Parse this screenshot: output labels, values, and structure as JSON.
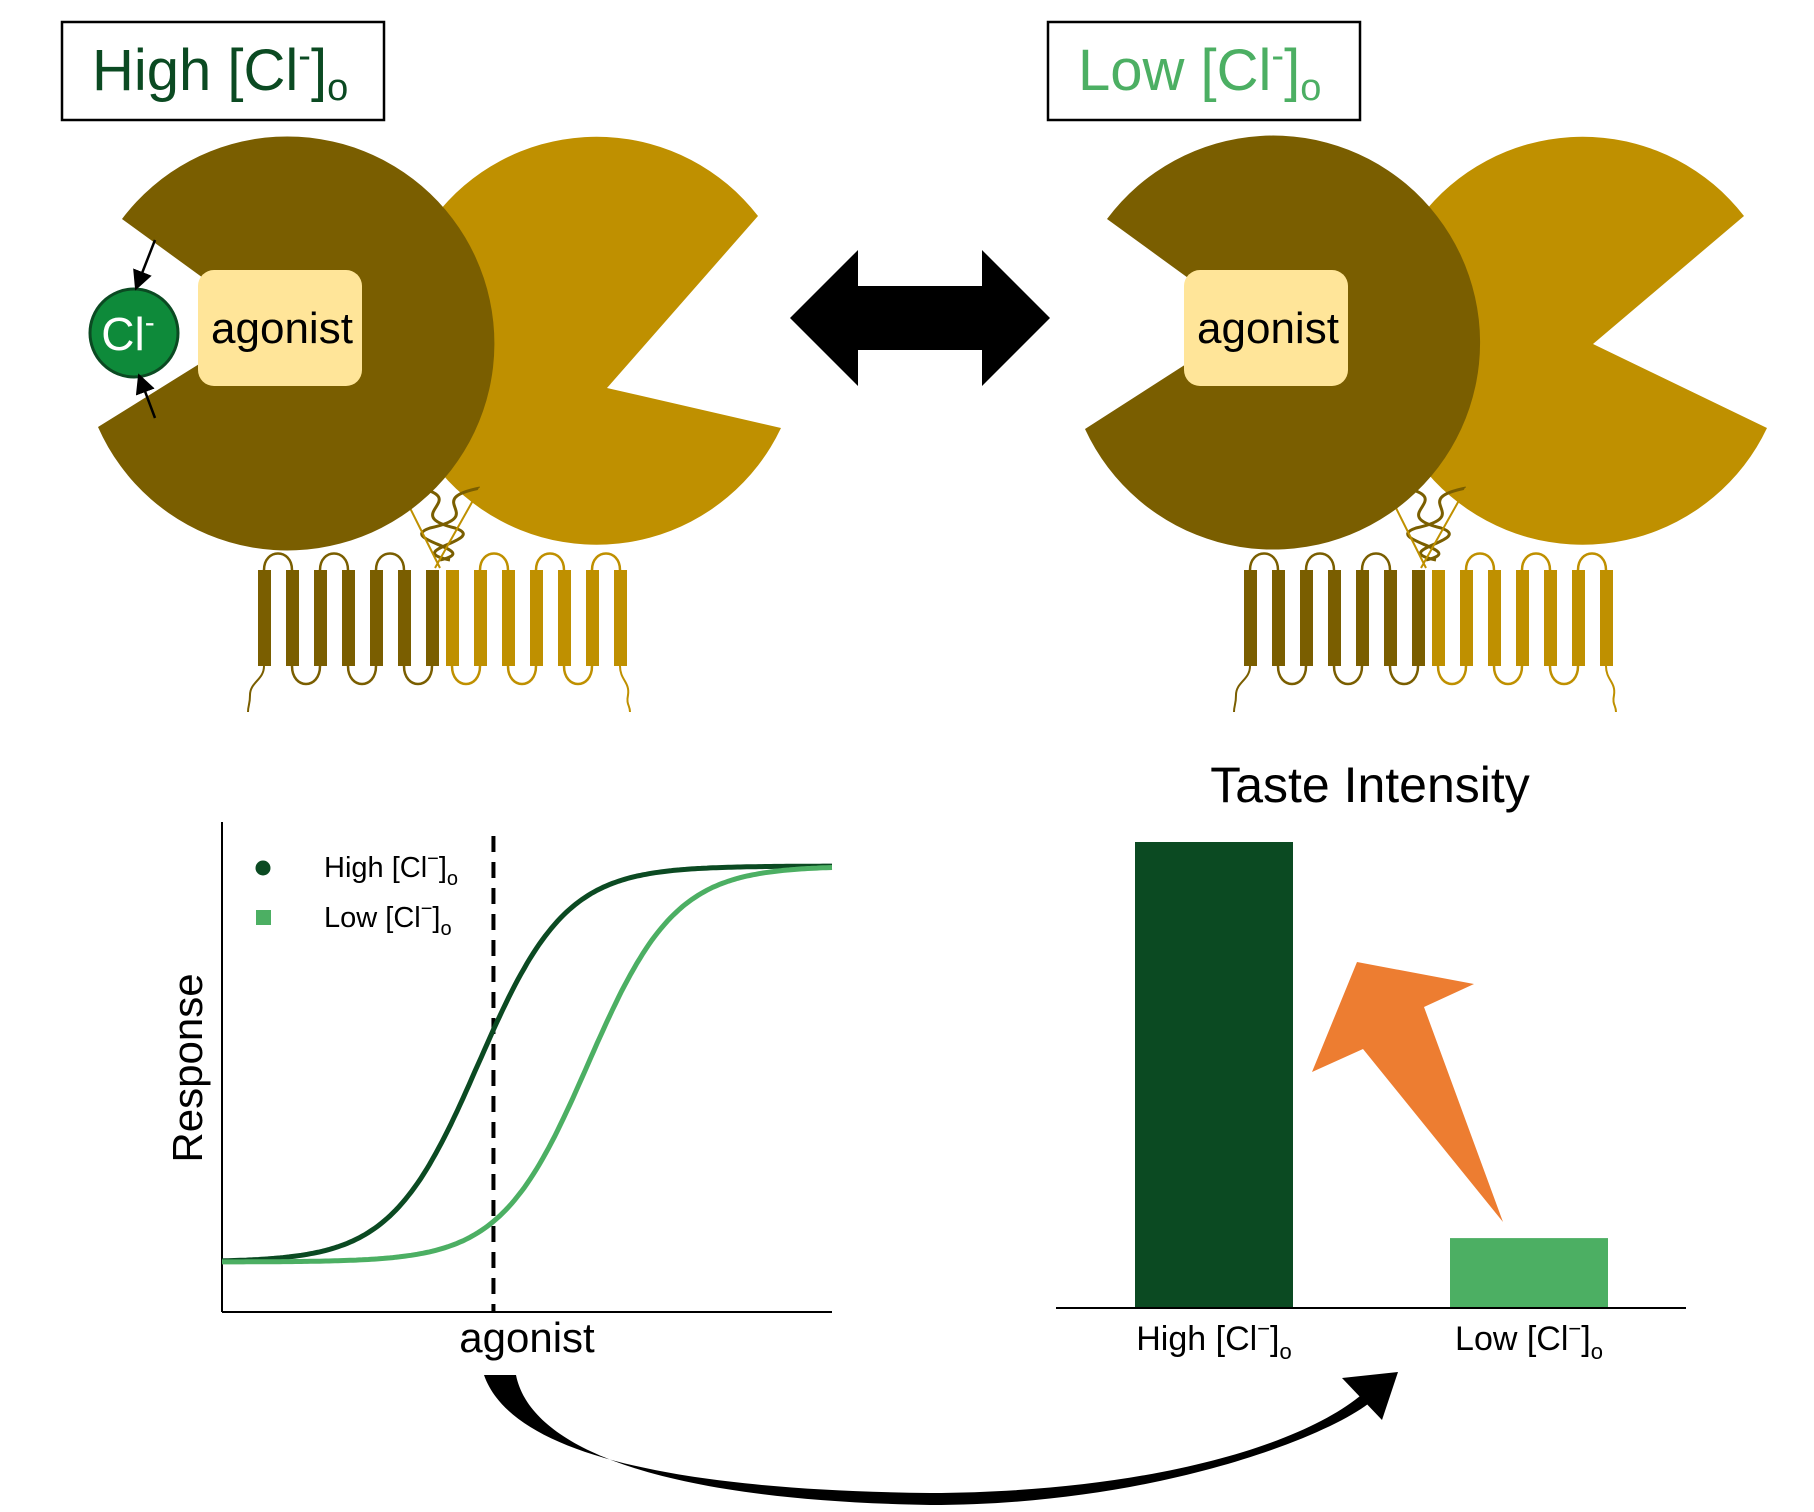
{
  "panels": {
    "left": {
      "label_main": "High [Cl",
      "label_sup": "-",
      "label_close": "]",
      "label_sub": "o"
    },
    "right": {
      "label_main": "Low [Cl",
      "label_sup": "-",
      "label_close": "]",
      "label_sub": "o"
    }
  },
  "receptor": {
    "agonist_label": "agonist",
    "ion_main": "Cl",
    "ion_sup": "-"
  },
  "colors": {
    "dark_green": "#0b4a22",
    "light_green": "#4caf63",
    "dark_lobe": "#7a5e00",
    "light_lobe": "#bf9000",
    "agonist_fill": "#ffe599",
    "ion_fill": "#0e8a3a",
    "orange": "#ed7d31"
  },
  "chart_data": [
    {
      "type": "line",
      "title": "",
      "xlabel": "agonist",
      "ylabel": "Response",
      "vertical_marker_label": "",
      "legend": [
        {
          "text_main": "High [Cl",
          "text_sup": "−",
          "text_close": "]",
          "text_sub": "o",
          "marker": "circle"
        },
        {
          "text_main": "Low [Cl",
          "text_sup": "−",
          "text_close": "]",
          "text_sub": "o",
          "marker": "square"
        }
      ],
      "legend_position": "top-left",
      "xlim": [
        0,
        1
      ],
      "ylim": [
        0,
        1
      ],
      "series": [
        {
          "name": "High [Cl⁻]o",
          "color": "#0b4a22",
          "ec50": 0.42,
          "hill": 14
        },
        {
          "name": "Low [Cl⁻]o",
          "color": "#4caf63",
          "ec50": 0.6,
          "hill": 14
        }
      ],
      "marker_x": 0.445,
      "grid": false
    },
    {
      "type": "bar",
      "title": "Taste Intensity",
      "categories": [
        {
          "text_main": "High [Cl",
          "text_sup": "−",
          "text_close": "]",
          "text_sub": "o"
        },
        {
          "text_main": "Low [Cl",
          "text_sup": "−",
          "text_close": "]",
          "text_sub": "o"
        }
      ],
      "values": [
        1.0,
        0.15
      ],
      "colors": [
        "#0b4a22",
        "#4caf63"
      ],
      "ylim": [
        0,
        1
      ],
      "grid": false
    }
  ]
}
